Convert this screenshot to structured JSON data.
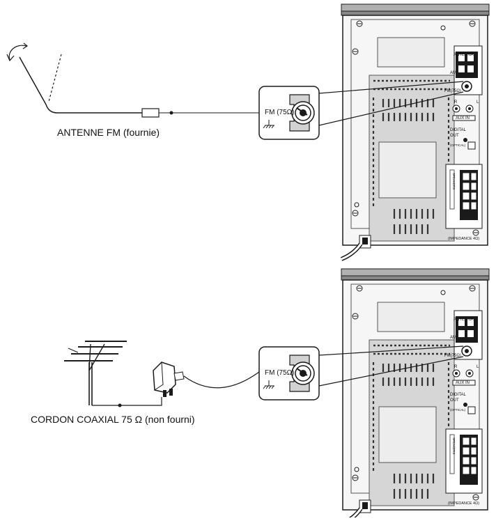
{
  "captions": {
    "fm_antenna": "ANTENNE FM (fournie)",
    "coax_cable": "CORDON COAXIAL 75 Ω (non fourni)"
  },
  "connector_callout": {
    "label": "FM (75Ω)"
  },
  "rear_panel": {
    "antenna_header": "ANTENNA",
    "am_label": "AM",
    "fm_label": "FM(75Ω)",
    "aux_in": "AUX IN",
    "r": "R",
    "l": "L",
    "digital_out_1": "DIGITAL",
    "digital_out_2": "OUT",
    "optical": "(OPTICAL)",
    "impedance": "(IMPEDANCE 4Ω)",
    "speakers_vertical": "SPEAKERS"
  },
  "colors": {
    "line": "#1a1a1a",
    "panel_fill": "#f2f2f2",
    "panel_grey": "#cfcfcf",
    "dark_grey": "#8c8c8c",
    "top_cover": "#a8a8a8"
  }
}
